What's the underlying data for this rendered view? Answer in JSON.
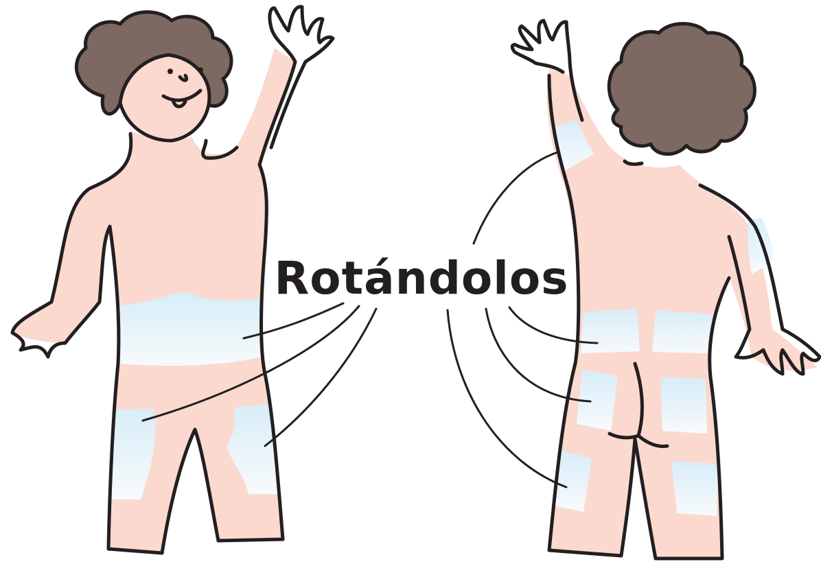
{
  "caption": "Rotándolos",
  "colors": {
    "skin": "#fbd9cf",
    "patch": "#e9f6fd",
    "hair": "#7d6961",
    "outline": "#231f20"
  },
  "figures": [
    {
      "id": "front",
      "view": "front",
      "icon": "child-front-view"
    },
    {
      "id": "back",
      "view": "back",
      "icon": "child-back-view"
    }
  ],
  "injection_sites": {
    "front": [
      "abdomen",
      "left-thigh",
      "right-thigh"
    ],
    "back": [
      "upper-arm",
      "upper-arm",
      "lower-back-left",
      "lower-back-right",
      "buttock-left",
      "buttock-right",
      "thigh-left",
      "thigh-right"
    ]
  }
}
